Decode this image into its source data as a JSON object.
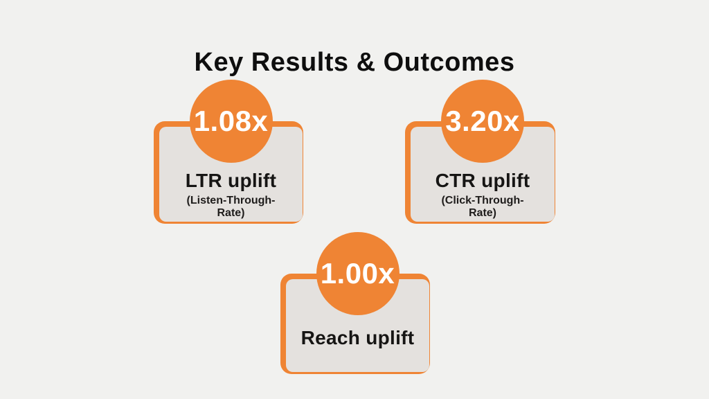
{
  "page": {
    "title": "Key Results & Outcomes"
  },
  "theme": {
    "background": "#f1f1ef",
    "accent_orange": "#ef8434",
    "card_gray": "#e4e1de",
    "title_text": "#0e0e0e",
    "value_text": "#ffffff"
  },
  "cards": [
    {
      "value": "1.08x",
      "label": "LTR uplift",
      "sublabel": "(Listen-Through-Rate)"
    },
    {
      "value": "3.20x",
      "label": "CTR uplift",
      "sublabel": "(Click-Through-Rate)"
    },
    {
      "value": "1.00x",
      "label": "Reach uplift",
      "sublabel": ""
    }
  ]
}
